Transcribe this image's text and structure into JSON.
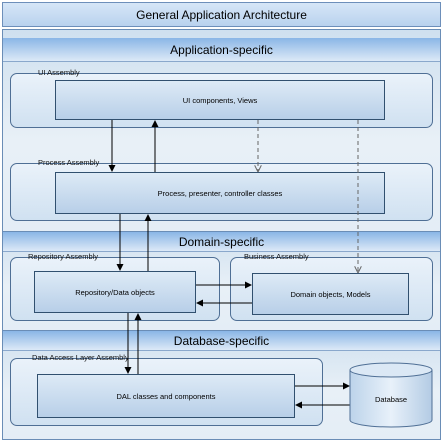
{
  "title": "General Application Architecture",
  "tiers": {
    "app": "Application-specific",
    "domain": "Domain-specific",
    "database": "Database-specific"
  },
  "assemblies": {
    "ui": "UI Assembly",
    "process": "Process Assembly",
    "repository": "Repository Assembly",
    "business": "Business Assembly",
    "dal": "Data Access Layer Assembly"
  },
  "components": {
    "ui": "UI components, Views",
    "process": "Process, presenter, controller classes",
    "repository": "Repository/Data objects",
    "domain": "Domain objects, Models",
    "dal": "DAL classes and components",
    "database": "Database"
  },
  "colors": {
    "border": "#4f6f95",
    "arrow": "#000000",
    "dashed_arrow": "#6b6b6b"
  }
}
